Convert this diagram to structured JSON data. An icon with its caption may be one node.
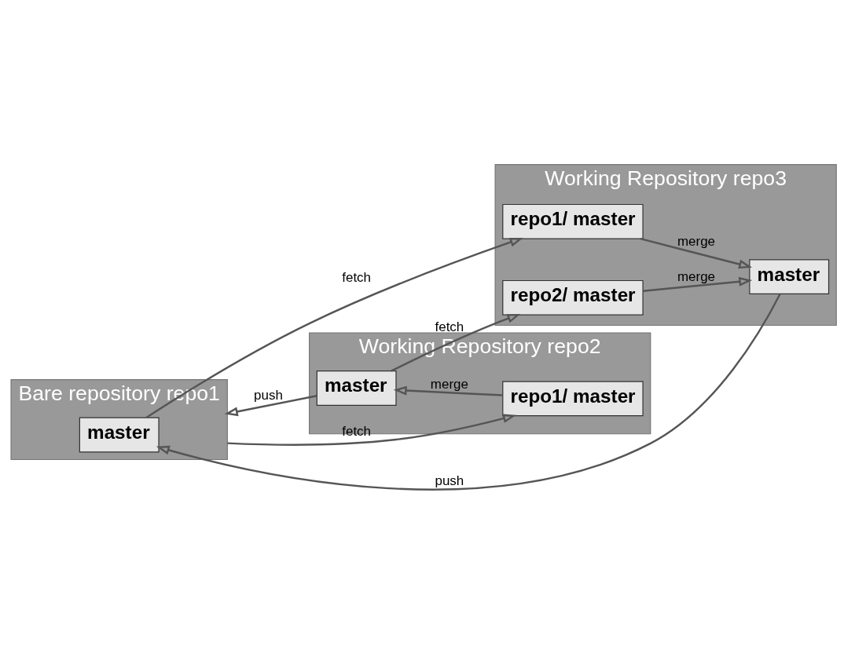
{
  "diagram": {
    "nodes": [
      {
        "text": [
          "Bare repository repo1"
        ]
      },
      {
        "text": [
          "master"
        ],
        "in": 0
      },
      {
        "text": [
          "Working Repository repo2"
        ]
      },
      {
        "text": [
          "master"
        ],
        "in": 2
      },
      {
        "text": [
          "repo1/ master"
        ],
        "in": 2
      },
      {
        "text": [
          "Working Repository repo3"
        ]
      },
      {
        "text": [
          "repo1/ master"
        ],
        "in": 5
      },
      {
        "text": [
          "repo2/ master"
        ],
        "in": 5
      },
      {
        "text": [
          "master"
        ],
        "in": 5
      }
    ],
    "edges": [
      {
        "from": 3,
        "to": 0,
        "arrow": "to",
        "label": "push"
      },
      {
        "from": 0,
        "to": 4,
        "arrow": "to",
        "label": "fetch"
      },
      {
        "from": 4,
        "to": 3,
        "arrow": "to",
        "label": "merge"
      },
      {
        "from": 3,
        "to": 7,
        "arrow": "to",
        "label": "fetch"
      },
      {
        "from": 1,
        "to": 6,
        "arrow": "to",
        "label": "fetch"
      },
      {
        "from": 8,
        "to": 1,
        "arrow": "to",
        "label": "push"
      },
      {
        "from": 6,
        "to": 8,
        "arrow": "to",
        "label": "merge"
      },
      {
        "from": 7,
        "to": 8,
        "arrow": "to",
        "label": "merge"
      }
    ]
  }
}
